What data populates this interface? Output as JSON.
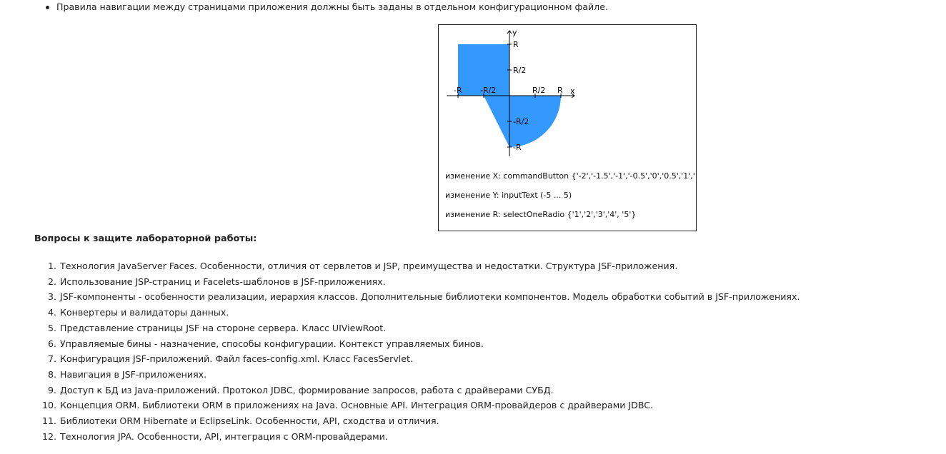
{
  "intro_bullet": "Правила навигации между страницами приложения должны быть заданы в отдельном конфигурационном файле.",
  "figure": {
    "axis_x": "x",
    "axis_y": "y",
    "ticks_x": [
      "-R",
      "-R/2",
      "R/2",
      "R"
    ],
    "ticks_y": [
      "R",
      "R/2",
      "-R/2",
      "-R"
    ],
    "fill_color": "#3399ff",
    "line_x": "изменение X: commandButton {'-2','-1.5','-1','-0.5','0','0.5','1','",
    "line_y": "изменение Y: inputText (-5 ... 5)",
    "line_r": "изменение R: selectOneRadio {'1','2','3','4', '5'}"
  },
  "questions_title": "Вопросы к защите лабораторной работы:",
  "questions": [
    {
      "num": "1.",
      "text": "Технология JavaServer Faces. Особенности, отличия от сервлетов и JSP, преимущества и недостатки. Структура JSF-приложения."
    },
    {
      "num": "2.",
      "text": "Использование JSP-страниц и Facelets-шаблонов в JSF-приложениях."
    },
    {
      "num": "3.",
      "text": "JSF-компоненты - особенности реализации, иерархия классов. Дополнительные библиотеки компонентов. Модель обработки событий в JSF-приложениях."
    },
    {
      "num": "4.",
      "text": "Конвертеры и валидаторы данных."
    },
    {
      "num": "5.",
      "text": "Представление страницы JSF на стороне сервера. Класс UIViewRoot."
    },
    {
      "num": "6.",
      "text": "Управляемые бины - назначение, способы конфигурации. Контекст управляемых бинов."
    },
    {
      "num": "7.",
      "text": "Конфигурация JSF-приложений. Файл faces-config.xml. Класс FacesServlet."
    },
    {
      "num": "8.",
      "text": "Навигация в JSF-приложениях."
    },
    {
      "num": "9.",
      "text": "Доступ к БД из Java-приложений. Протокол JDBC, формирование запросов, работа с драйверами СУБД."
    },
    {
      "num": "10.",
      "text": "Концепция ORM. Библиотеки ORM в приложениях на Java. Основные API. Интеграция ORM-провайдеров с драйверами JDBC."
    },
    {
      "num": "11.",
      "text": "Библиотеки ORM Hibernate и EclipseLink. Особенности, API, сходства и отличия."
    },
    {
      "num": "12.",
      "text": "Технология JPA. Особенности, API, интеграция с ORM-провайдерами."
    }
  ]
}
